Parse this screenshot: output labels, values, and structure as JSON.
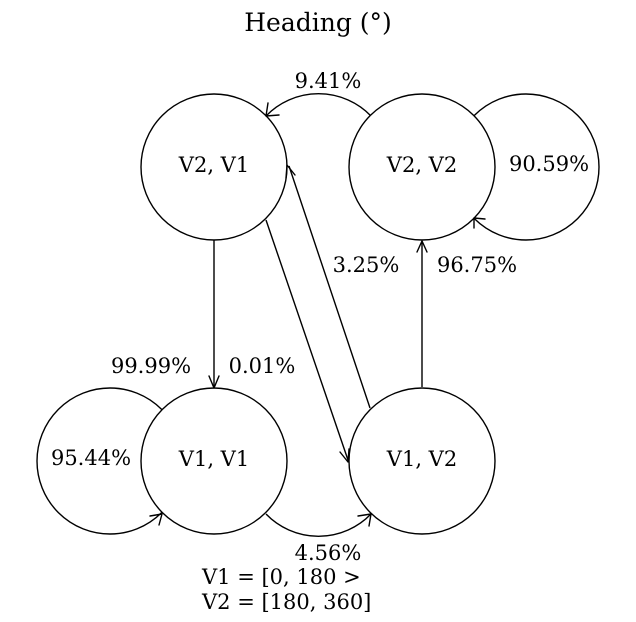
{
  "title": "Heading (°)",
  "nodes": {
    "v2v1": "V2, V1",
    "v2v2": "V2, V2",
    "v1v1": "V1, V1",
    "v1v2": "V1, V2"
  },
  "edges": {
    "v2v2_to_v2v1": "9.41%",
    "v2v2_self": "90.59%",
    "v1v2_to_v2v1": "3.25%",
    "v1v2_to_v2v2": "96.75%",
    "v2v1_to_v1v1_a": "99.99%",
    "v2v1_to_v1v1_b": "0.01%",
    "v1v1_self": "95.44%",
    "v1v1_to_v1v2": "4.56%"
  },
  "legend": {
    "v1": "V1 = [0, 180 >",
    "v2": "V2 = [180, 360]"
  }
}
